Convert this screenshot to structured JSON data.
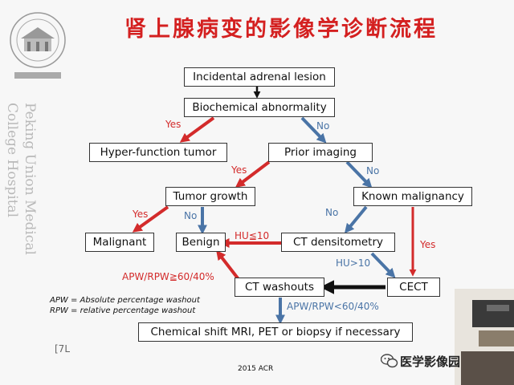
{
  "title": "肾上腺病变的影像学诊断流程",
  "side_text": [
    "Peking Union Medical",
    "College Hospital"
  ],
  "boxes": {
    "incidental": "Incidental adrenal lesion",
    "biochemical": "Biochemical abnormality",
    "hyper_function": "Hyper-function tumor",
    "prior_imaging": "Prior imaging",
    "tumor_growth": "Tumor growth",
    "known_malignancy": "Known malignancy",
    "malignant": "Malignant",
    "benign": "Benign",
    "ct_densitometry": "CT densitometry",
    "ct_washouts": "CT washouts",
    "cect": "CECT",
    "final": "Chemical shift MRI, PET or biopsy if necessary"
  },
  "labels": {
    "yes1": "Yes",
    "no1": "No",
    "yes2": "Yes",
    "no2": "No",
    "yes3": "Yes",
    "no3": "No",
    "no4": "No",
    "yes4": "Yes",
    "hu_le10": "HU≦10",
    "hu_gt10": "HU>10",
    "apw_ge": "APW/RPW≧60/40%",
    "apw_lt": "APW/RPW<60/40%"
  },
  "legend": [
    "APW = Absolute percentage washout",
    "RPW = relative percentage washout"
  ],
  "footer": "2015 ACR",
  "watermark": "医学影像园",
  "bracket_text": "[7L",
  "colors": {
    "red": "#d32b2b",
    "blue": "#4a74a6",
    "title": "#d42020"
  }
}
